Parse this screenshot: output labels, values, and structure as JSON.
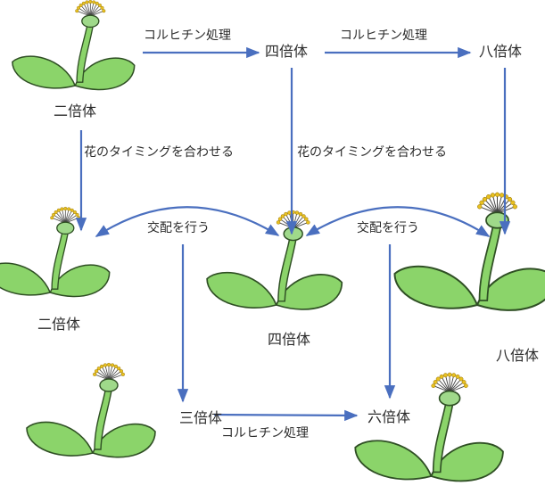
{
  "labels": {
    "diploid_top": "二倍体",
    "tetraploid_top": "四倍体",
    "octoploid_top": "八倍体",
    "colchicine_1": "コルヒチン処理",
    "colchicine_2": "コルヒチン処理",
    "colchicine_3": "コルヒチン処理",
    "timing_1": "花のタイミングを合わせる",
    "timing_2": "花のタイミングを合わせる",
    "cross_1": "交配を行う",
    "cross_2": "交配を行う",
    "diploid_mid": "二倍体",
    "tetraploid_mid": "四倍体",
    "octoploid_mid": "八倍体",
    "triploid": "三倍体",
    "hexaploid": "六倍体"
  },
  "colors": {
    "arrow": "#4a6fbf",
    "leaf_fill": "#8bd46a",
    "leaf_stroke": "#2f4f24",
    "flower_center": "#9fd98a",
    "stamen": "#e8c020"
  }
}
